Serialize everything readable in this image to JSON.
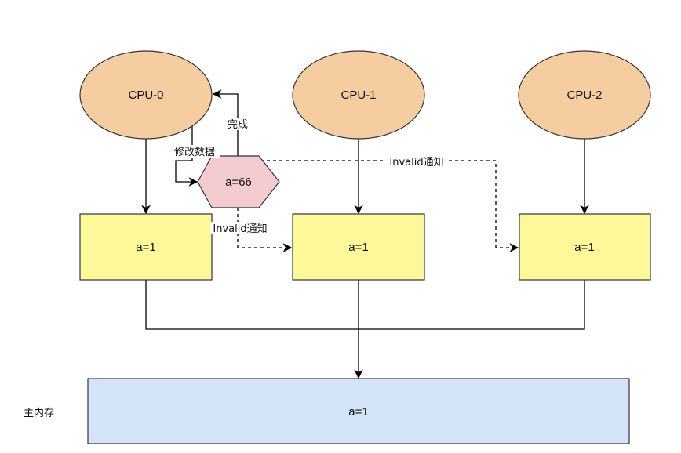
{
  "colors": {
    "cpu_fill": "#f5cda1",
    "cache_fill": "#fdf899",
    "hex_fill": "#f4cbcf",
    "memory_fill": "#d4e5fa",
    "stroke": "#333333"
  },
  "cpus": [
    {
      "label": "CPU-0"
    },
    {
      "label": "CPU-1"
    },
    {
      "label": "CPU-2"
    }
  ],
  "caches": [
    {
      "label": "a=1"
    },
    {
      "label": "a=1"
    },
    {
      "label": "a=1"
    }
  ],
  "modified_value": {
    "label": "a=66"
  },
  "memory": {
    "label": "a=1",
    "side_label": "主内存"
  },
  "edges": {
    "modify": "修改数据",
    "done": "完成",
    "invalid_1": "Invalid通知",
    "invalid_2": "Invalid通知"
  }
}
